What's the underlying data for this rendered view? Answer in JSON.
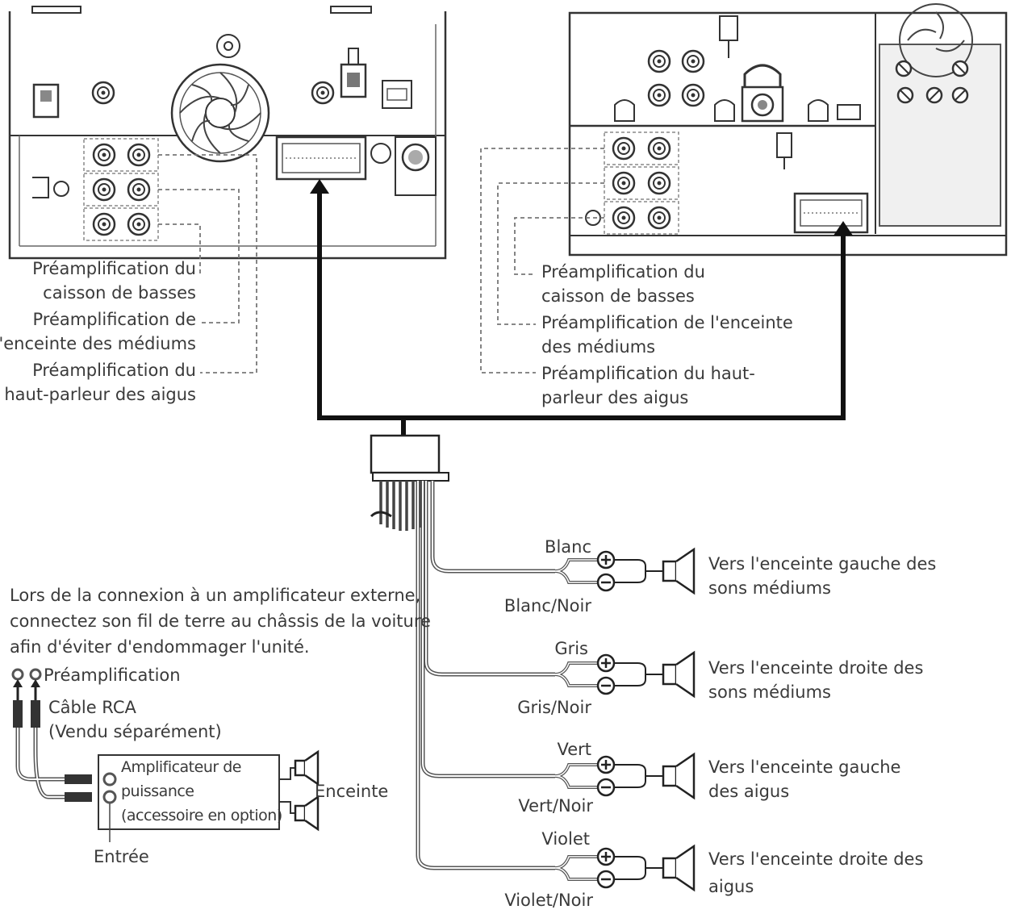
{
  "left_unit_labels": {
    "subwoofer": [
      "Préamplification du",
      "caisson de basses"
    ],
    "midrange": [
      "Préamplification de",
      "l'enceinte des médiums"
    ],
    "tweeter": [
      "Préamplification du",
      "haut-parleur des aigus"
    ]
  },
  "right_unit_labels": {
    "subwoofer": [
      "Préamplification du",
      "caisson de basses"
    ],
    "midrange": [
      "Préamplification de l'enceinte",
      "des médiums"
    ],
    "tweeter": [
      "Préamplification du haut-",
      "parleur des aigus"
    ]
  },
  "speaker_outputs": [
    {
      "plus_wire": "Blanc",
      "minus_wire": "Blanc/Noir",
      "target": [
        "Vers l'enceinte gauche des",
        "sons médiums"
      ]
    },
    {
      "plus_wire": "Gris",
      "minus_wire": "Gris/Noir",
      "target": [
        "Vers l'enceinte droite des",
        "sons médiums"
      ]
    },
    {
      "plus_wire": "Vert",
      "minus_wire": "Vert/Noir",
      "target": [
        "Vers l'enceinte gauche",
        "des aigus"
      ]
    },
    {
      "plus_wire": "Violet",
      "minus_wire": "Violet/Noir",
      "target": [
        "Vers l'enceinte droite des",
        "aigus"
      ]
    }
  ],
  "note": [
    "Lors de la connexion à un amplificateur externe,",
    "connectez son fil de terre au châssis de la voiture",
    "afin d'éviter d'endommager l'unité."
  ],
  "external_amp": {
    "preamp_label": "Préamplification",
    "cable_label": [
      "Câble RCA",
      "(Vendu séparément)"
    ],
    "amp_label": [
      "Amplificateur de",
      "puissance",
      "(accessoire en option)"
    ],
    "speaker_label": "Enceinte",
    "input_label": "Entrée"
  }
}
